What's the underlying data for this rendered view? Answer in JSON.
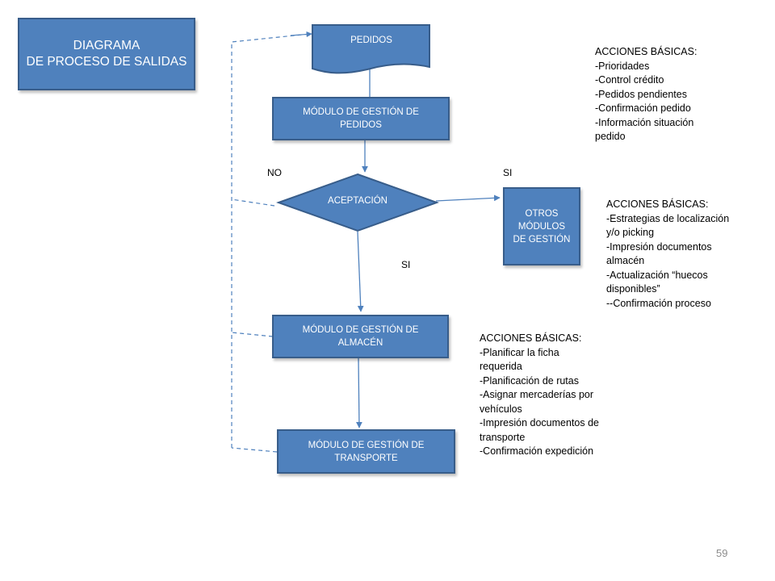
{
  "colors": {
    "box_fill": "#4f81bd",
    "box_border": "#385d8a",
    "connector": "#4f81bd",
    "text": "#000000"
  },
  "title": "DIAGRAMA\nDE PROCESO DE SALIDAS",
  "nodes": {
    "pedidos": "PEDIDOS",
    "gestion_pedidos": "MÓDULO DE GESTIÓN DE\nPEDIDOS",
    "aceptacion": "ACEPTACIÓN",
    "otros_modulos": "OTROS\nMÓDULOS\nDE GESTIÓN",
    "gestion_almacen": "MÓDULO DE GESTIÓN DE\nALMACÉN",
    "gestion_transporte": "MÓDULO DE GESTIÓN DE\nTRANSPORTE"
  },
  "decision_labels": {
    "no": "NO",
    "si_right": "SI",
    "si_down": "SI"
  },
  "notes": {
    "pedidos": {
      "heading": "ACCIONES BÁSICAS:",
      "lines": [
        "-Prioridades",
        "-Control crédito",
        "-Pedidos pendientes",
        "-Confirmación pedido",
        "-Información situación",
        "pedido"
      ]
    },
    "otros": {
      "heading": "ACCIONES BÁSICAS:",
      "lines": [
        "-Estrategias de localización",
        "y/o picking",
        "-Impresión documentos",
        "almacén",
        "-Actualización “huecos",
        "disponibles”",
        "--Confirmación proceso"
      ]
    },
    "almacen": {
      "heading": "ACCIONES BÁSICAS:",
      "lines": [
        "-Planificar la ficha",
        "requerida",
        "-Planificación de rutas",
        "-Asignar mercaderías por",
        "vehículos",
        "-Impresión documentos de",
        "transporte",
        "-Confirmación expedición"
      ]
    }
  },
  "page_number": "59"
}
